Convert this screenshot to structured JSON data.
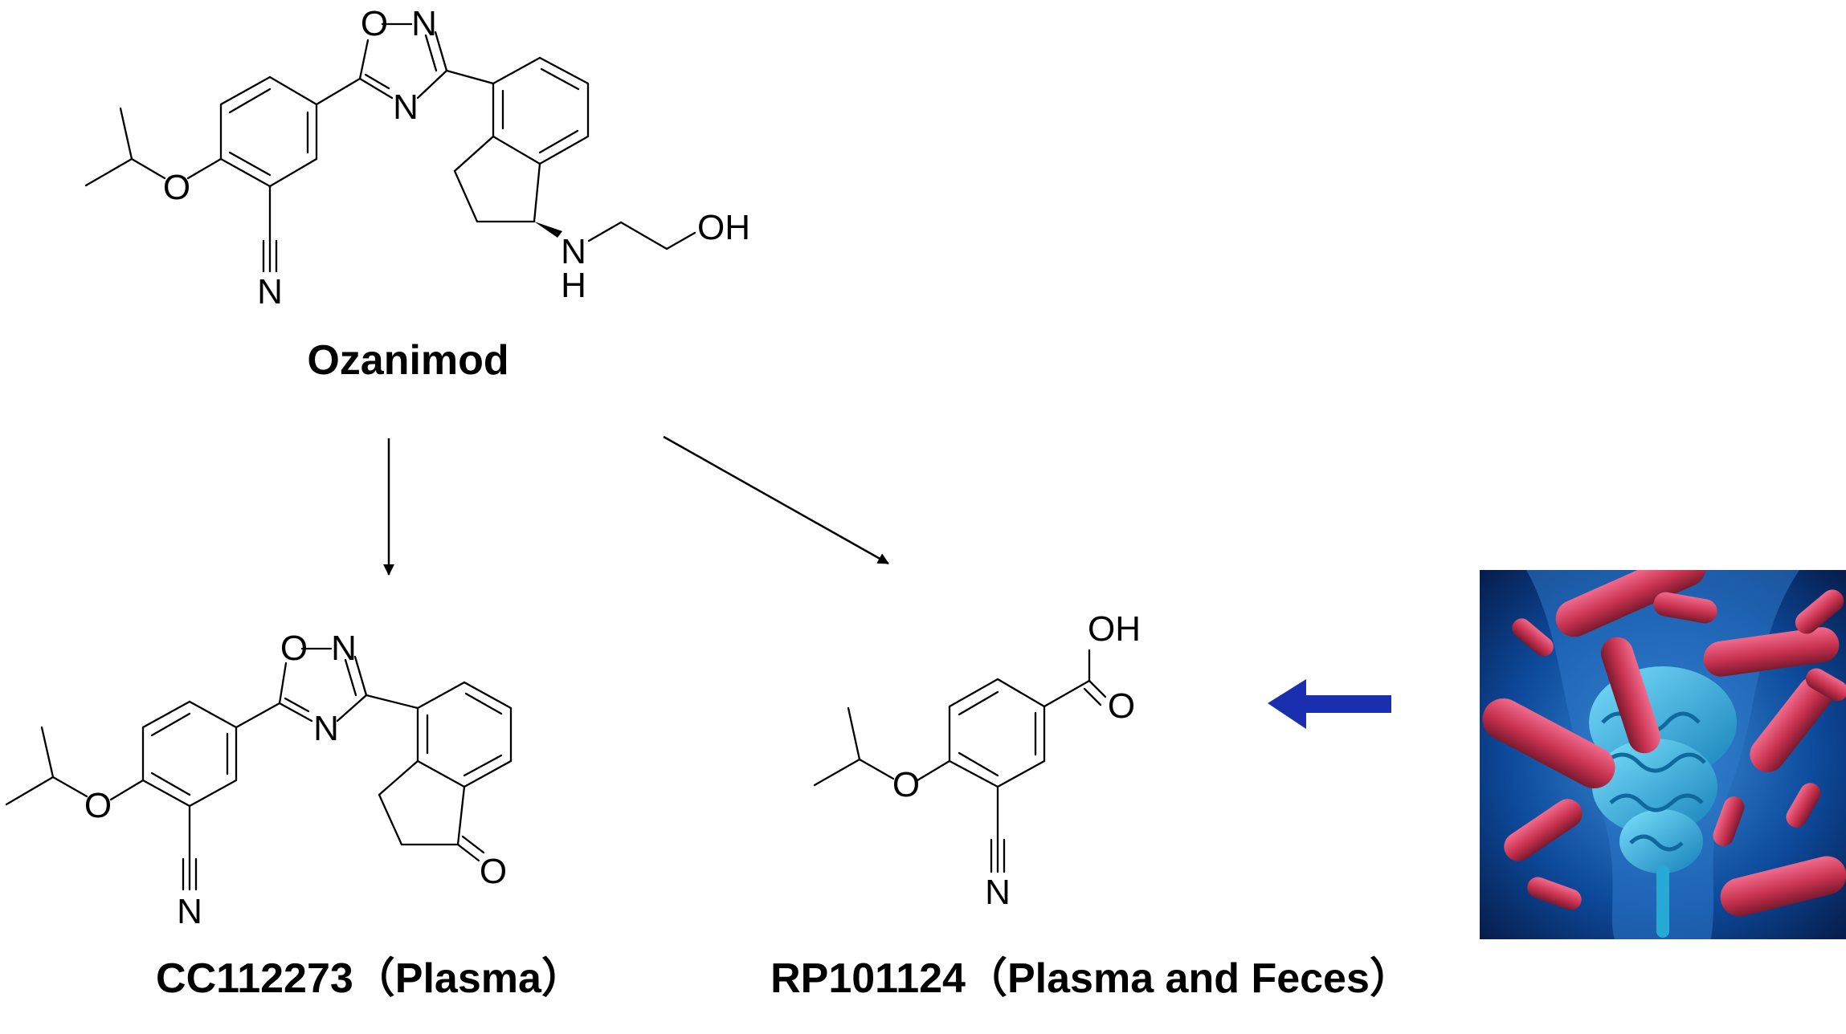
{
  "colors": {
    "ink": "#000000",
    "block_arrow": "#1a2fb0",
    "bacteria": "#d8426a",
    "bacteria_bg": "#0a3f8f",
    "intestine": "#27a9d8"
  },
  "molecules": {
    "ozanimod": {
      "name": "Ozanimod",
      "atoms": {
        "oxadiazole_O": "O",
        "oxadiazole_N1": "N",
        "oxadiazole_N2": "N",
        "ether_O": "O",
        "nitrile_N": "N",
        "amine_N": "N",
        "amine_H": "H",
        "hydroxyl": "OH"
      }
    },
    "cc112273": {
      "name": "CC112273（Plasma）",
      "atoms": {
        "oxadiazole_O": "O",
        "oxadiazole_N1": "N",
        "oxadiazole_N2": "N",
        "ether_O": "O",
        "nitrile_N": "N",
        "ketone_O": "O"
      }
    },
    "rp101124": {
      "name": "RP101124（Plasma and Feces）",
      "atoms": {
        "acid_OH": "OH",
        "acid_O": "O",
        "ether_O": "O",
        "nitrile_N": "N"
      }
    }
  },
  "arrows": [
    "ozanimod-to-cc112273",
    "ozanimod-to-rp101124",
    "gut-bacteria-to-rp101124"
  ],
  "image": {
    "depicts": "gut-bacteria-illustration"
  }
}
